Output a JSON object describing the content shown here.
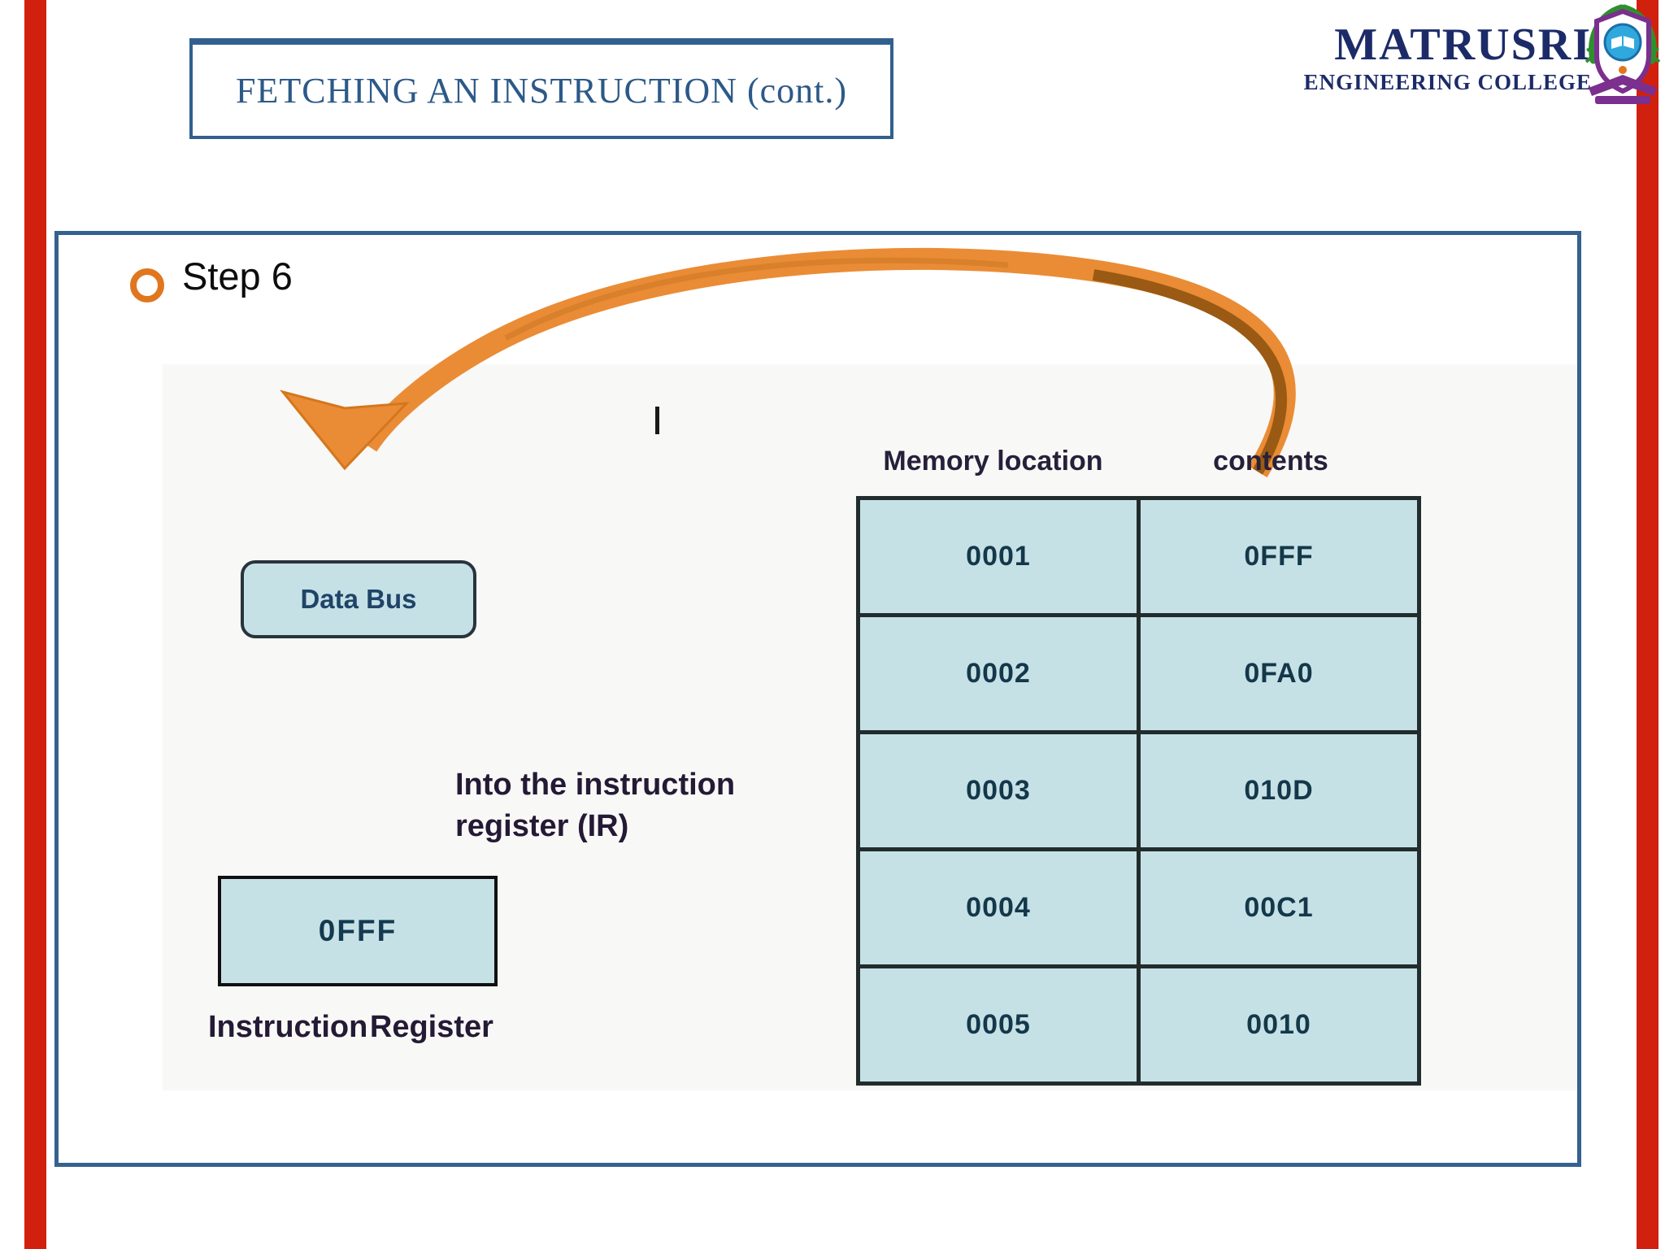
{
  "slide": {
    "title": "FETCHING AN INSTRUCTION (cont.)",
    "step_label": "Step 6"
  },
  "logo": {
    "name": "MATRUSRI",
    "subtitle": "ENGINEERING COLLEGE"
  },
  "diagram": {
    "data_bus_label": "Data Bus",
    "annotation_line1": "Into the instruction",
    "annotation_line2": "register (IR)",
    "instruction_register_value": "0FFF",
    "instruction_register_label": "Instruction Register"
  },
  "memory_table": {
    "col1_header": "Memory location",
    "col2_header": "contents",
    "rows": [
      {
        "location": "0001",
        "contents": "0FFF"
      },
      {
        "location": "0002",
        "contents": "0FA0"
      },
      {
        "location": "0003",
        "contents": "010D"
      },
      {
        "location": "0004",
        "contents": "00C1"
      },
      {
        "location": "0005",
        "contents": "0010"
      }
    ]
  },
  "colors": {
    "edge_red": "#d2200f",
    "frame_blue": "#35618f",
    "title_blue": "#2c5988",
    "logo_navy": "#1c2b68",
    "arrow_orange": "#ea8c35",
    "arrow_dark": "#9a5a14",
    "cell_fill": "#c6e1e6",
    "bullet_orange": "#e0771f"
  }
}
